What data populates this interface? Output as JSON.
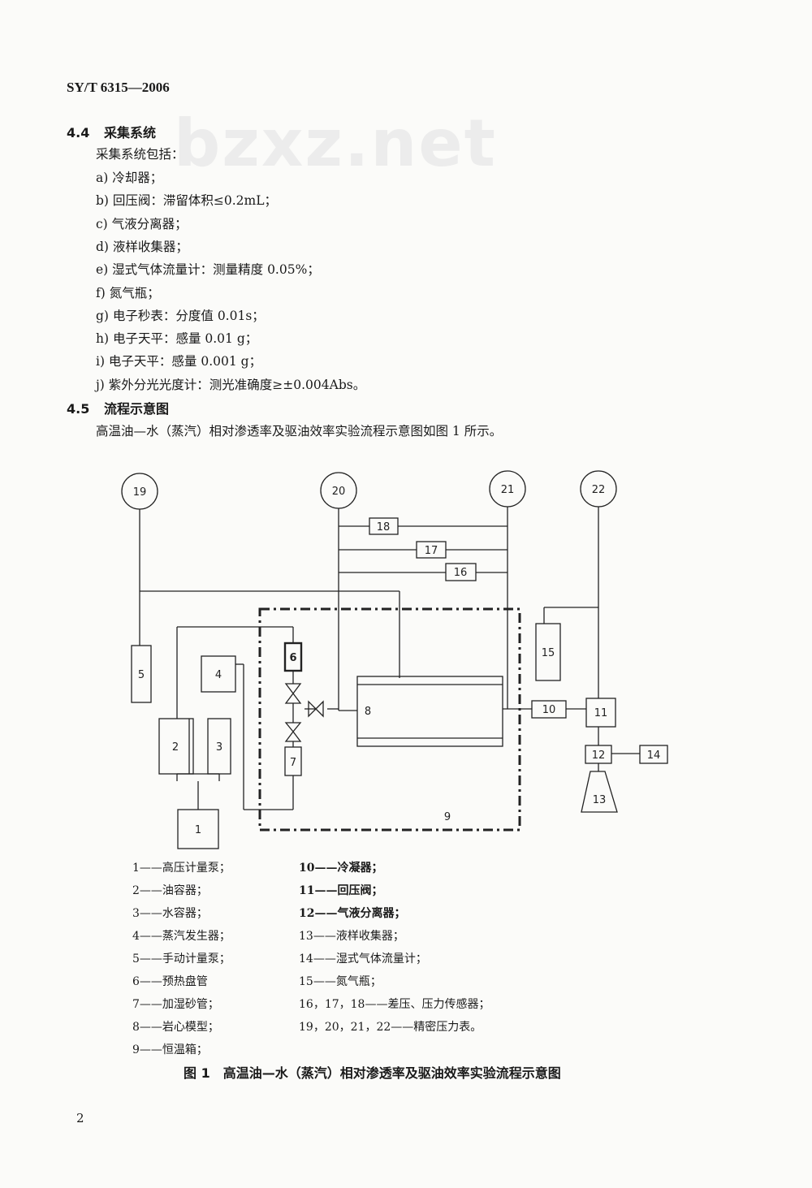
{
  "header": {
    "doc_code": "SY/T 6315—2006"
  },
  "watermark": "bzxz.net",
  "section_4_4": {
    "number": "4.4",
    "title": "采集系统",
    "intro": "采集系统包括：",
    "items": [
      "a) 冷却器；",
      "b) 回压阀：滞留体积≤0.2mL；",
      "c) 气液分离器；",
      "d) 液样收集器；",
      "e) 湿式气体流量计：测量精度 0.05%；",
      "f) 氮气瓶；",
      "g) 电子秒表：分度值 0.01s；",
      "h) 电子天平：感量 0.01 g；",
      "i) 电子天平：感量 0.001 g；",
      "j) 紫外分光光度计：测光准确度≥±0.004Abs。"
    ]
  },
  "section_4_5": {
    "number": "4.5",
    "title": "流程示意图",
    "body": "高温油—水（蒸汽）相对渗透率及驱油效率实验流程示意图如图 1 所示。"
  },
  "diagram_labels": {
    "g19": "19",
    "g20": "20",
    "g21": "21",
    "g22": "22",
    "b1": "1",
    "b2": "2",
    "b3": "3",
    "b4": "4",
    "b5": "5",
    "b6": "6",
    "b7": "7",
    "b8": "8",
    "b9": "9",
    "b10": "10",
    "b11": "11",
    "b12": "12",
    "b13": "13",
    "b14": "14",
    "b15": "15",
    "b16": "16",
    "b17": "17",
    "b18": "18"
  },
  "legend_left": [
    "1——高压计量泵；",
    "2——油容器；",
    "3——水容器；",
    "4——蒸汽发生器；",
    "5——手动计量泵；",
    "6——预热盘管",
    "7——加湿砂管；",
    "8——岩心模型；",
    "9——恒温箱；"
  ],
  "legend_right": [
    "10——冷凝器；",
    "11——回压阀；",
    "12——气液分离器；",
    "13——液样收集器；",
    "14——湿式气体流量计；",
    "15——氮气瓶；",
    "16，17，18——差压、压力传感器；",
    "19，20，21，22——精密压力表。"
  ],
  "figure_caption": "图 1　高温油—水（蒸汽）相对渗透率及驱油效率实验流程示意图",
  "page_number": "2"
}
